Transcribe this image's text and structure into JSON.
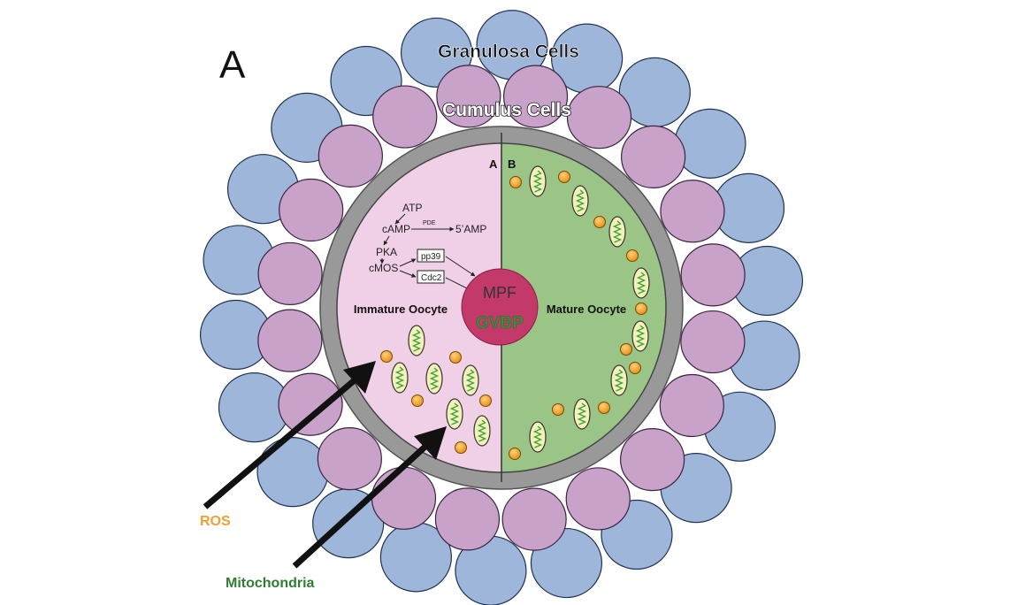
{
  "panel_label": "A",
  "outer_ring_label": "Granulosa Cells",
  "inner_ring_label": "Cumulus Cells",
  "half_label_left": "A",
  "half_label_right": "B",
  "left_half_label": "Immature Oocyte",
  "right_half_label": "Mature Oocyte",
  "center_top": "MPF",
  "center_bottom": "GVBP",
  "pathway": {
    "atp": "ATP",
    "camp": "cAMP",
    "pde": "PDE",
    "five_amp": "5’AMP",
    "pka": "PKA",
    "cmos": "cMOS",
    "pp39": "pp39",
    "cdc2": "Cdc2"
  },
  "legend": {
    "ros": "ROS",
    "mitochondria": "Mitochondria"
  },
  "colors": {
    "granulosa": "#9db6d9",
    "cumulus": "#c8a2c8",
    "zona": "#999999",
    "immature": "#f0d0e6",
    "mature": "#9bc587",
    "mpf": "#c2396a",
    "gvbp": "#3c8c3c",
    "ros": "#f0a020",
    "ros_text": "#f0a030",
    "mito_text": "#2e7d32",
    "mito_fill": "#f3f0b8",
    "mito_squiggle": "#3aa040"
  }
}
